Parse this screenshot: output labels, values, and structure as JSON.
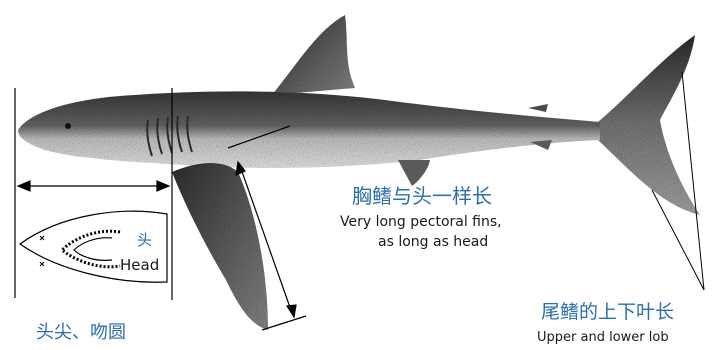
{
  "labels": {
    "pectoral_cn": "胸鳍与头一样长",
    "pectoral_en_line1": "Very long pectoral fins,",
    "pectoral_en_line2": "as long as head",
    "head_cn": "头",
    "head_en": "Head",
    "snout_cn": "头尖、吻圆",
    "tail_cn": "尾鳍的上下叶长",
    "tail_en": "Upper and lower lob"
  },
  "colors": {
    "chinese_text": "#2a6fb3",
    "english_text": "#1a1a1a"
  }
}
